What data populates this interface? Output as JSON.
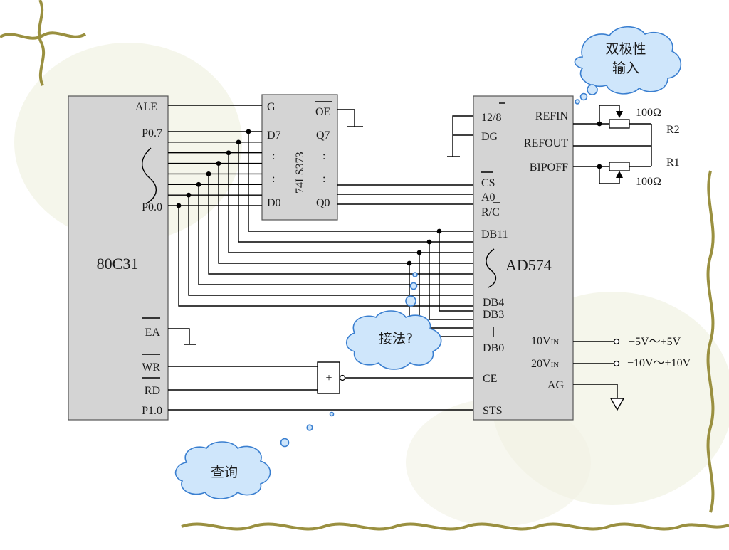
{
  "colors": {
    "chip_fill": "#d4d4d4",
    "cloud_fill": "#cfe6fb",
    "cloud_stroke": "#3a7fd0",
    "vine": "#9a9040"
  },
  "mcu": {
    "ale": "ALE",
    "p07": "P0.7",
    "p00": "P0.0",
    "name": "80C31",
    "ea": "EA",
    "wr": "WR",
    "rd": "RD",
    "p10": "P1.0"
  },
  "latch": {
    "g": "G",
    "oe": "OE",
    "d7": "D7",
    "q7": "Q7",
    "d0": "D0",
    "q0": "Q0",
    "name": "74LS373",
    "dots": ":"
  },
  "adc": {
    "p12_8": "12/8",
    "dg": "DG",
    "cs": "CS",
    "a0": "A0",
    "rc": "R/C",
    "db11": "DB11",
    "db4": "DB4",
    "db3": "DB3",
    "db0": "DB0",
    "ce": "CE",
    "sts": "STS",
    "name": "AD574",
    "refin": "REFIN",
    "refout": "REFOUT",
    "bipoff": "BIPOFF",
    "v10": "10V",
    "v20": "20V",
    "in": "IN",
    "ag": "AG"
  },
  "components": {
    "r2": "R2",
    "r1": "R1",
    "r2_value": "100Ω",
    "r1_value": "100Ω",
    "gate": "+"
  },
  "inputs": {
    "range_5v": "−5V～+5V",
    "range_10v": "−10V～+10V"
  },
  "bubbles": {
    "bipolar": "双极性",
    "input": "输入",
    "wiring": "接法?",
    "polling": "查询"
  }
}
